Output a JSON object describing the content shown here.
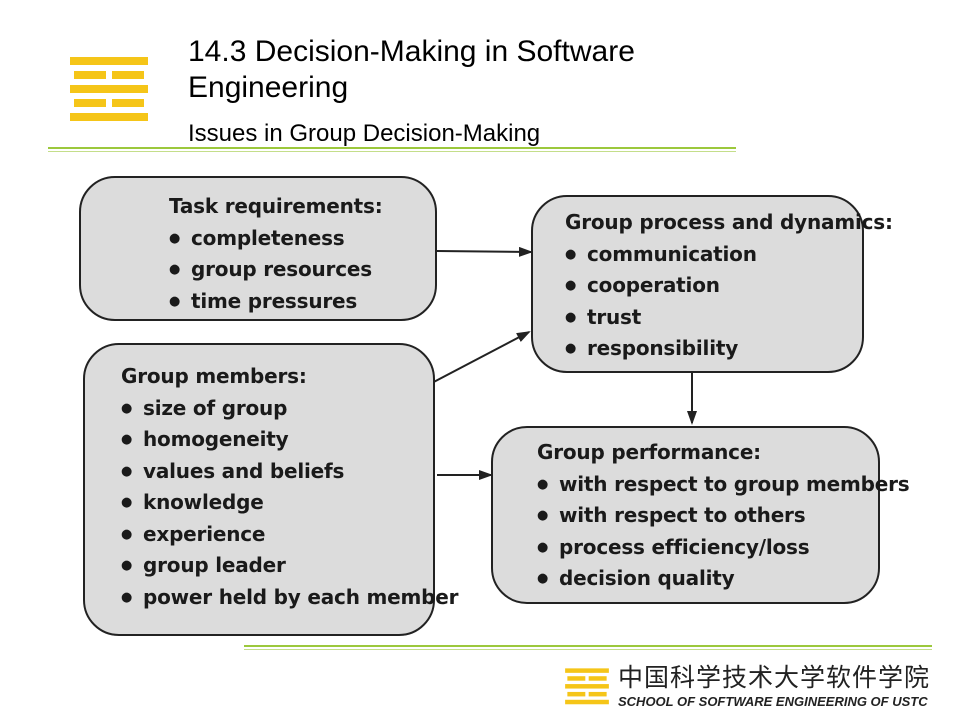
{
  "header": {
    "title": "14.3 Decision-Making in Software Engineering",
    "subtitle": "Issues in Group Decision-Making"
  },
  "diagram": {
    "task_requirements": {
      "title": "Task requirements:",
      "items": [
        "completeness",
        "group resources",
        "time pressures"
      ]
    },
    "group_members": {
      "title": "Group members:",
      "items": [
        "size of group",
        "homogeneity",
        "values and beliefs",
        "knowledge",
        "experience",
        "group leader",
        "power held by each member"
      ]
    },
    "group_process": {
      "title": "Group process and dynamics:",
      "items": [
        "communication",
        "cooperation",
        "trust",
        "responsibility"
      ]
    },
    "group_performance": {
      "title": "Group performance:",
      "items": [
        "with respect to group members",
        "with respect to others",
        "process efficiency/loss",
        "decision quality"
      ]
    }
  },
  "footer": {
    "institution_cn": "中国科学技术大学软件学院",
    "institution_en": "SCHOOL OF SOFTWARE ENGINEERING OF USTC"
  },
  "colors": {
    "accent_green": "#9cc83c",
    "logo_yellow": "#f5c518",
    "box_fill": "#dcdcdc"
  }
}
